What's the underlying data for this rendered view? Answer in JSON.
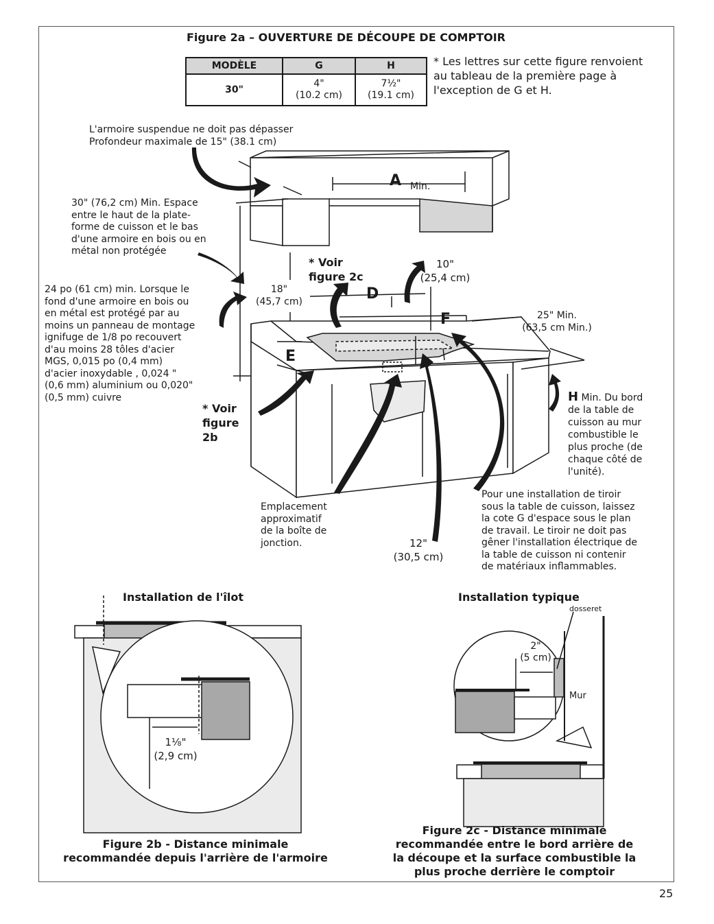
{
  "figure2a_title": "Figure 2a – OUVERTURE DE DÉCOUPE DE COMPTOIR",
  "table": {
    "headers": [
      "MODÈLE",
      "G",
      "H"
    ],
    "row": {
      "model": "30\"",
      "g": [
        "4\"",
        "(10.2 cm)"
      ],
      "h": [
        "7½\"",
        "(19.1 cm)"
      ]
    }
  },
  "table_note": [
    "* Les lettres sur cette figure renvoient",
    "au tableau de la première page à",
    "l'exception de G et H."
  ],
  "labels": {
    "hanging_cabinet": [
      "L'armoire suspendue ne doit pas dépasser",
      "Profondeur maximale de 15\" (38.1 cm)"
    ],
    "clearance_30": [
      "30\" (76,2 cm) Min. Espace",
      "entre le haut de la plate-",
      "forme de cuisson et le bas",
      "d'une armoire en bois ou en",
      "métal non protégée"
    ],
    "clearance_24": [
      "24 po (61 cm) min. Lorsque le",
      "fond d'une armoire en bois ou",
      "en métal est protégé par au",
      "moins un panneau de montage",
      "ignifuge de 1/8 po recouvert",
      "d'au moins 28 tôles d'acier",
      "MGS, 0,015 po (0,4 mm)",
      "d'acier inoxydable , 0,024 \"",
      "(0,6 mm) aluminium ou 0,020\"",
      "(0,5 mm) cuivre"
    ],
    "voir_2b": [
      "* Voir",
      "figure",
      "2b"
    ],
    "voir_2c": [
      "* Voir",
      "figure 2c"
    ],
    "dim_18": [
      "18\"",
      "(45,7 cm)"
    ],
    "dim_10": [
      "10\"",
      "(25,4 cm)"
    ],
    "dim_25": [
      "25\" Min.",
      "(63,5 cm Min.)"
    ],
    "dim_12": [
      "12\"",
      "(30,5 cm)"
    ],
    "letter_a": "A",
    "min_a": "Min.",
    "letter_d": "D",
    "letter_e": "E",
    "letter_f": "F",
    "letter_h": "H",
    "h_note": [
      "Min. Du bord",
      "de la table de",
      "cuisson au mur",
      "combustible le",
      "plus proche (de",
      "chaque côté de",
      "l'unité)."
    ],
    "junction_box": [
      "Emplacement",
      "approximatif",
      "de la boîte de",
      "jonction."
    ],
    "drawer_note": [
      "Pour une installation de tiroir",
      "sous la table de cuisson, laissez",
      "la cote G d'espace sous le plan",
      "de travail. Le tiroir ne doit pas",
      "gêner l'installation électrique de",
      "la table de cuisson ni contenir",
      "de matériaux inflammables."
    ]
  },
  "island": {
    "title": "Installation de l'îlot",
    "dim": [
      "1⅛\"",
      "(2,9 cm)"
    ],
    "caption": [
      "Figure 2b - Distance minimale",
      "recommandée depuis l'arrière de l'armoire"
    ]
  },
  "typical": {
    "title": "Installation typique",
    "backsplash": "dosseret",
    "dim": [
      "2\"",
      "(5 cm)"
    ],
    "wall": "Mur",
    "caption": [
      "Figure 2c - Distance minimale",
      "recommandée entre le bord arrière de",
      "la découpe et la surface combustible la",
      "plus proche derrière le comptoir"
    ]
  },
  "page_number": "25",
  "colors": {
    "ink": "#1a1a1a",
    "shade": "#d6d6d6",
    "dark_shade": "#a8a8a8",
    "light_fill": "#ebebeb"
  }
}
